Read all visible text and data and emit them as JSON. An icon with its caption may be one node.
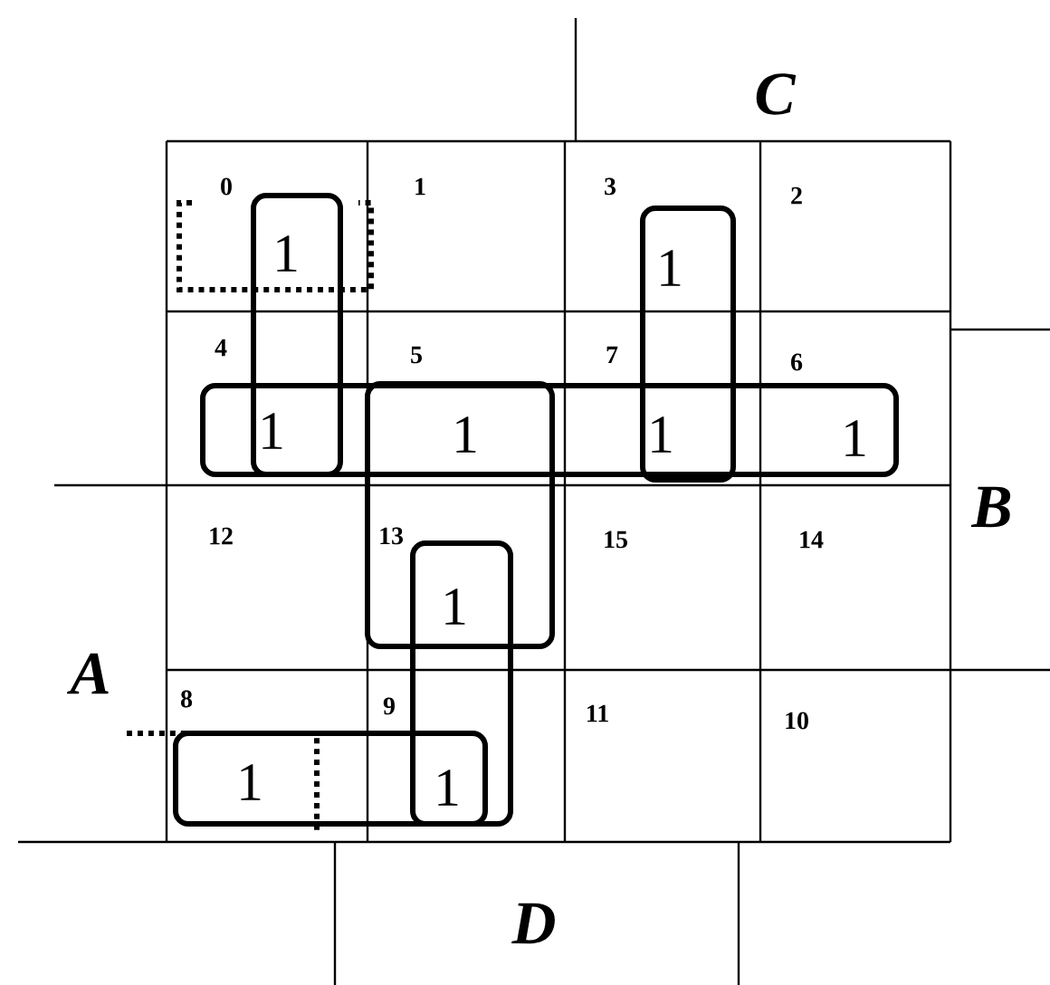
{
  "diagram": {
    "labels": [
      "C",
      "0",
      "1",
      "1",
      "3",
      "1",
      "2",
      "4",
      "5",
      "7",
      "6",
      "1",
      "1",
      "1",
      "1",
      "B",
      "12",
      "13",
      "15",
      "14",
      "1",
      "A",
      "8",
      "9",
      "11",
      "10",
      "1",
      "1",
      "D"
    ]
  }
}
